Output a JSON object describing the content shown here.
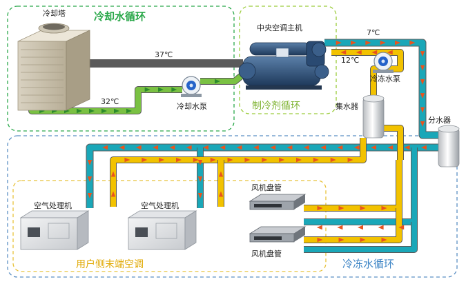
{
  "loops": {
    "cooling_water": "冷却水循环",
    "refrigerant": "制冷剂循环",
    "chilled_water": "冷冻水循环",
    "user_side": "用户侧末端空调"
  },
  "equipment": {
    "cooling_tower": "冷却塔",
    "chiller": "中央空调主机",
    "cooling_pump": "冷却水泵",
    "chilled_pump": "冷冻水泵",
    "collector": "集水器",
    "distributor": "分水器",
    "ahu_1": "空气处理机",
    "ahu_2": "空气处理机",
    "fcu_1": "风机盘管",
    "fcu_2": "风机盘管"
  },
  "temperatures": {
    "cooling_hot": "37℃",
    "cooling_cold": "32℃",
    "chilled_supply": "7℃",
    "chilled_return": "12℃"
  },
  "colors": {
    "cooling_loop_border": "#2aa84a",
    "refrigerant_border": "#9ccc3c",
    "chilled_loop_border": "#5b8fc4",
    "user_loop_border": "#e8c23a",
    "hot_pipe": "#c8352a",
    "cool_pipe": "#7ac143",
    "supply_pipe": "#1aa7b8",
    "return_pipe": "#f2c200",
    "arrow_green": "#2c8a2c",
    "arrow_orange": "#e8541e"
  }
}
